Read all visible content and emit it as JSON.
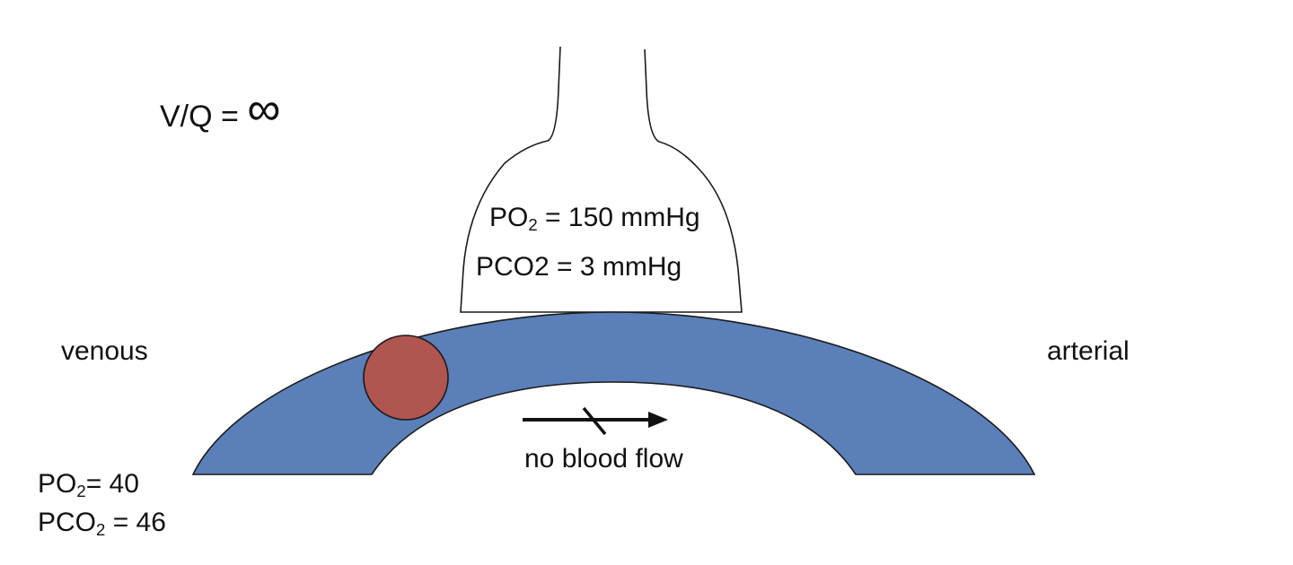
{
  "ratio": {
    "label": "V/Q = ",
    "value": "∞"
  },
  "alveolus": {
    "po2": {
      "prefix": "PO",
      "sub": "2",
      "suffix": " = 150 mmHg"
    },
    "pco2": {
      "text": "PCO2 = 3 mmHg"
    }
  },
  "vessel": {
    "venous_label": "venous",
    "arterial_label": "arterial",
    "flow_label": "no blood flow"
  },
  "venous_values": {
    "po2": {
      "prefix": "PO",
      "sub": "2",
      "suffix": "= 40"
    },
    "pco2": {
      "prefix": "PCO",
      "sub": "2",
      "suffix": " = 46"
    }
  },
  "colors": {
    "vessel_fill": "#5a7fb9",
    "red_cell_fill": "#b05550",
    "outline": "#1a1a1a"
  }
}
